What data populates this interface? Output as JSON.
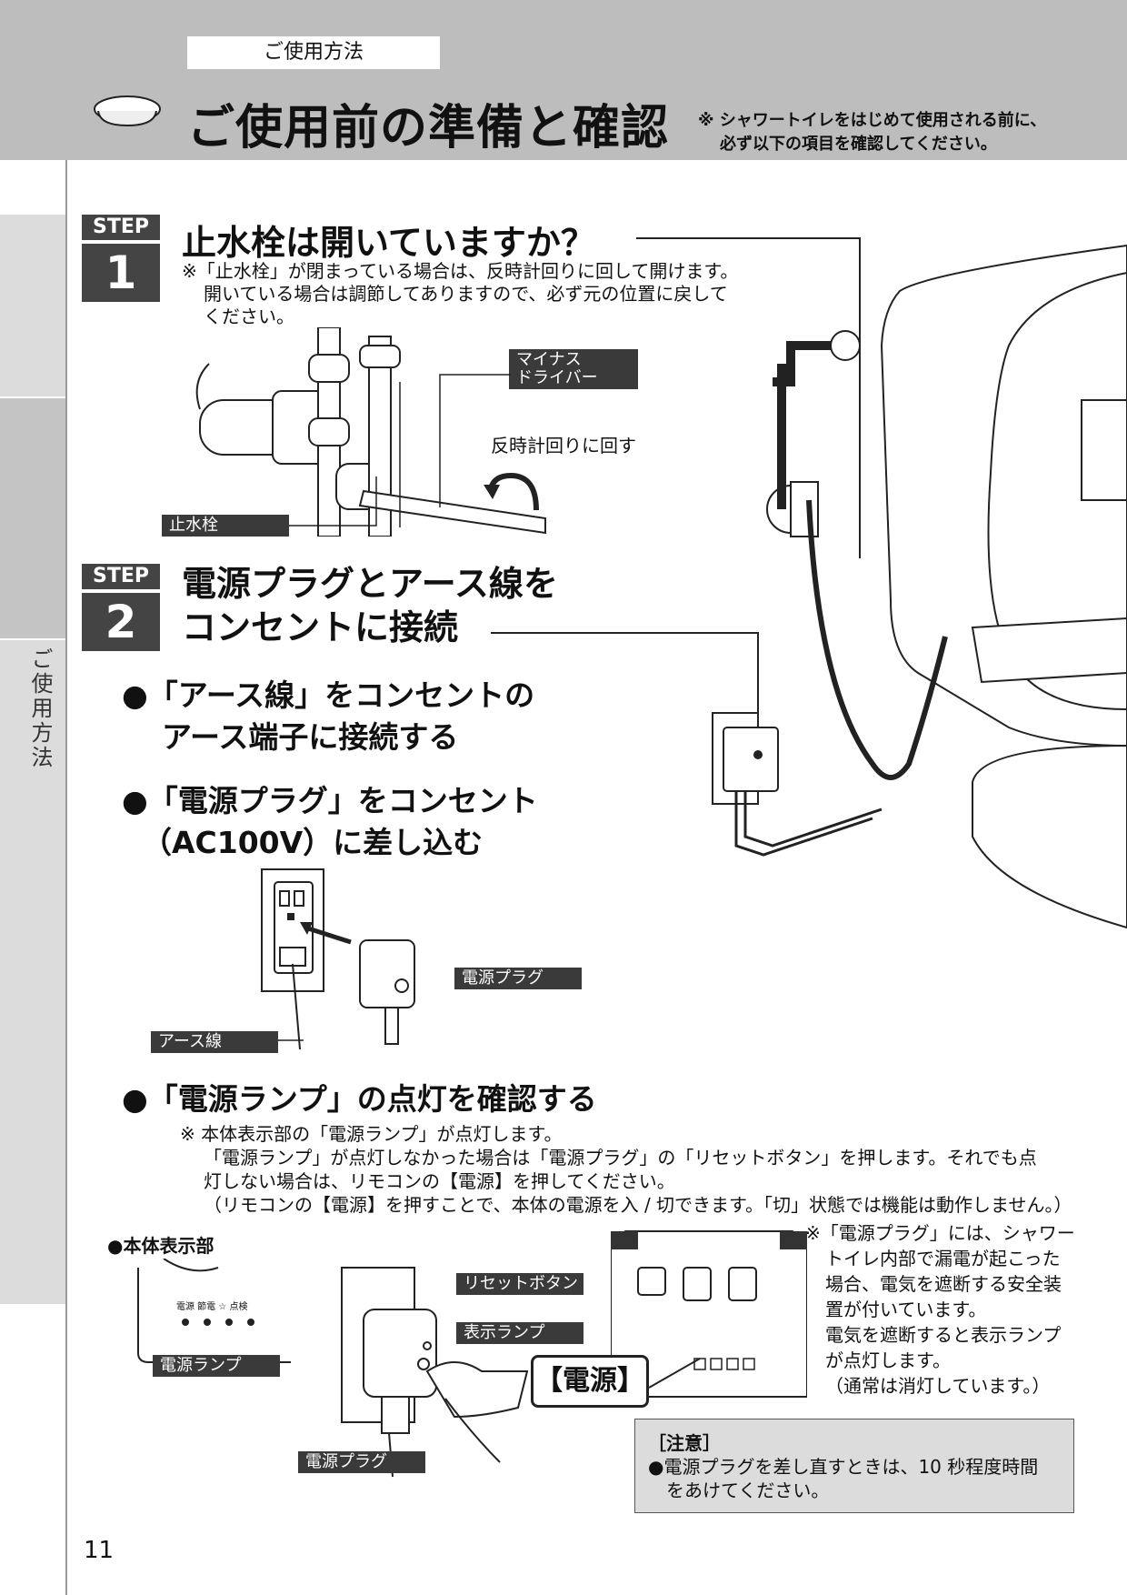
{
  "header": {
    "section": "ご使用方法",
    "title": "ご使用前の準備と確認",
    "note_line1": "※ シャワートイレをはじめて使用される前に、",
    "note_line2": "必ず以下の項目を確認してください。"
  },
  "side_tab": {
    "label": "ご使用方法"
  },
  "step1": {
    "step": "STEP",
    "number": "1",
    "heading": "止水栓は開いていますか？",
    "note_line1": "※「止水栓」が閉まっている場合は、反時計回りに回して開けます。",
    "note_line2": "開いている場合は調節してありますので、必ず元の位置に戻して",
    "note_line3": "ください。",
    "label_screwdriver_1": "マイナス",
    "label_screwdriver_2": "ドライバー",
    "rotate_text": "反時計回りに回す",
    "label_valve": "止水栓"
  },
  "step2": {
    "step": "STEP",
    "number": "2",
    "heading_line1": "電源プラグとアース線を",
    "heading_line2": "コンセントに接続",
    "bullet1_line1": "●「アース線」をコンセントの",
    "bullet1_line2": "アース端子に接続する",
    "bullet2_line1": "●「電源プラグ」をコンセント",
    "bullet2_line2": "（AC100V）に差し込む",
    "label_plug": "電源プラグ",
    "label_earth": "アース線",
    "bullet3": "●「電源ランプ」の点灯を確認する",
    "note3_line1": "※ 本体表示部の「電源ランプ」が点灯します。",
    "note3_line2": "「電源ランプ」が点灯しなかった場合は「電源プラグ」の「リセットボタン」を押します。それでも点",
    "note3_line3": "灯しない場合は、リモコンの【電源】を押してください。",
    "note3_line4": "（リモコンの【電源】を押すことで、本体の電源を入 / 切できます。「切」状態では機能は動作しません。）"
  },
  "bottom": {
    "display_title": "●本体表示部",
    "display_lamps": "電源 節電 ☆ 点検",
    "label_power_lamp": "電源ランプ",
    "label_reset": "リセットボタン",
    "label_indicator": "表示ランプ",
    "label_plug2": "電源プラグ",
    "dengen": "【電源】",
    "right_note": [
      "※「電源プラグ」には、シャワー",
      "トイレ内部で漏電が起こった",
      "場合、電気を遮断する安全装",
      "置が付いています。",
      "電気を遮断すると表示ランプ",
      "が点灯します。",
      "（通常は消灯しています。）"
    ],
    "caution_title": "［注意］",
    "caution_line1": "●電源プラグを差し直すときは、10 秒程度時間",
    "caution_line2": "をあけてください。"
  },
  "page_number": "11"
}
